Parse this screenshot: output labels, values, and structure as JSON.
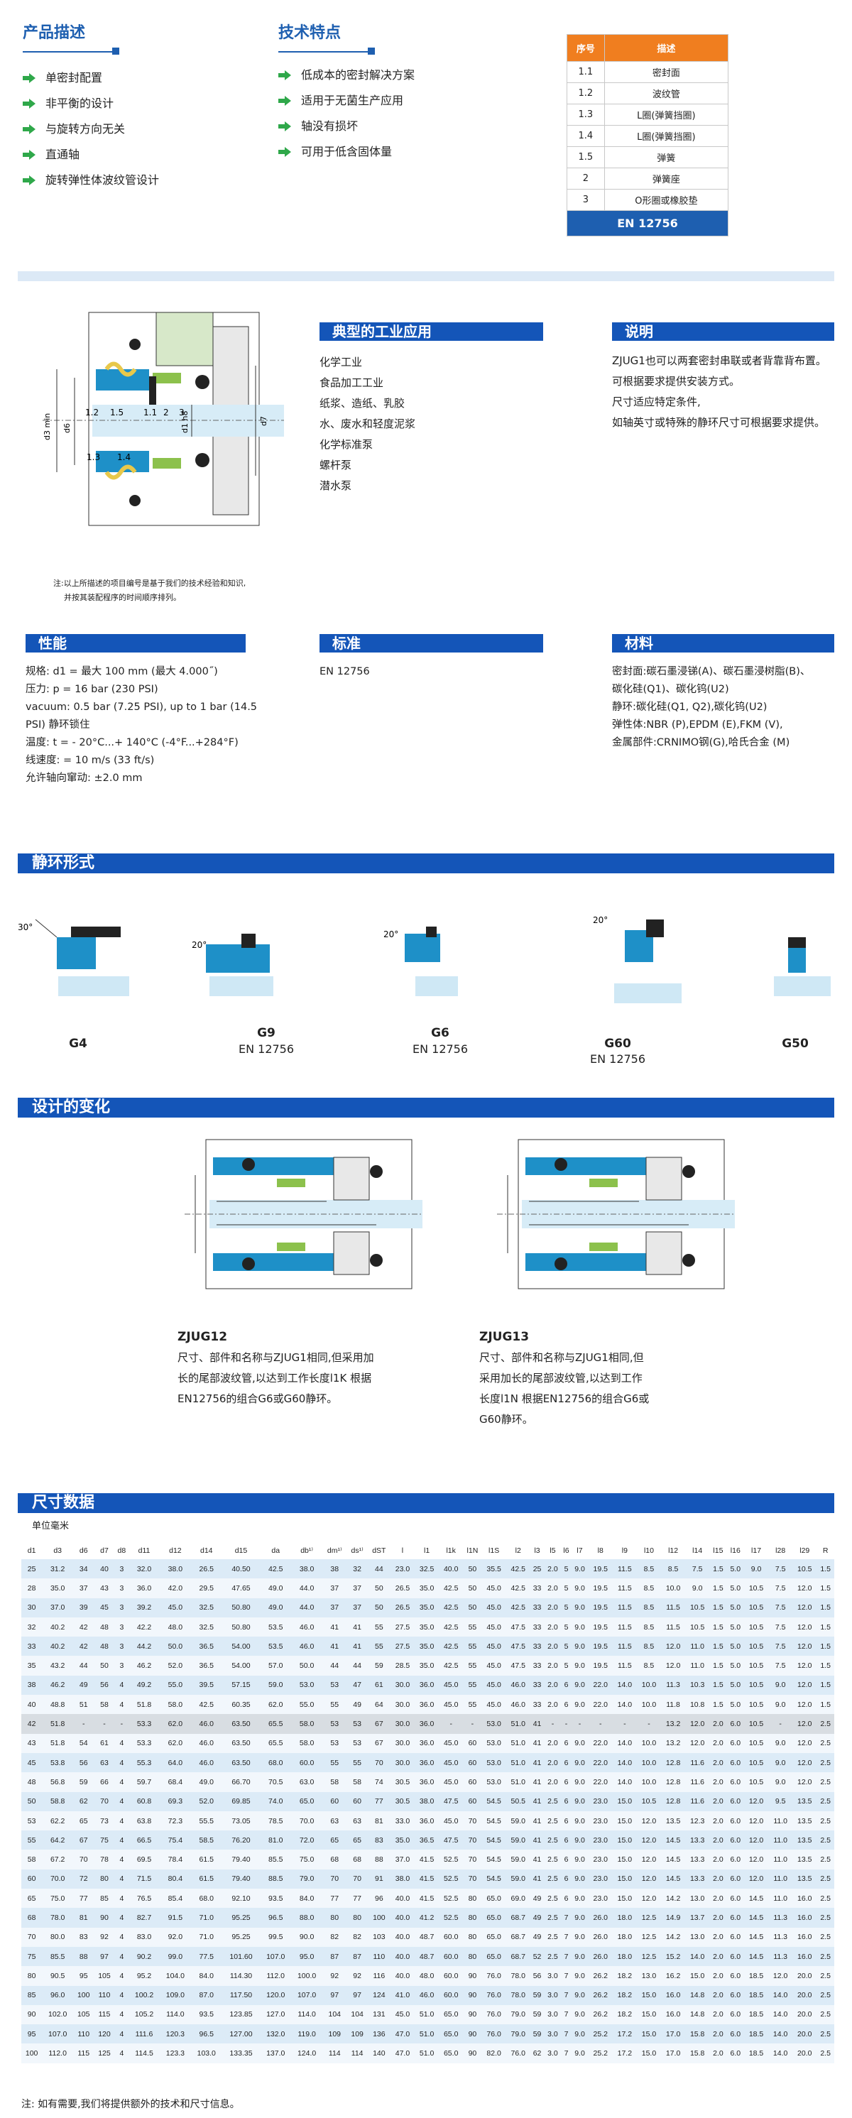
{
  "product_desc": {
    "title": "产品描述",
    "items": [
      "单密封配置",
      "非平衡的设计",
      "与旋转方向无关",
      "直通轴",
      "旋转弹性体波纹管设计"
    ]
  },
  "tech_features": {
    "title": "技术特点",
    "items": [
      "低成本的密封解决方案",
      "适用于无菌生产应用",
      "轴没有损坏",
      "可用于低含固体量"
    ]
  },
  "parts_table": {
    "headers": [
      "序号",
      "描述"
    ],
    "rows": [
      [
        "1.1",
        "密封面"
      ],
      [
        "1.2",
        "波纹管"
      ],
      [
        "1.3",
        "L圈(弹簧挡圈)"
      ],
      [
        "1.4",
        "L圈(弹簧挡圈)"
      ],
      [
        "1.5",
        "弹簧"
      ],
      [
        "2",
        "弹簧座"
      ],
      [
        "3",
        "O形圈或橡胶垫"
      ]
    ],
    "footer": "EN 12756"
  },
  "drawing": {
    "labels": [
      "1.2",
      "1.5",
      "1.1",
      "2",
      "3",
      "1.3",
      "1.4"
    ],
    "dims": [
      "d3 min",
      "d6",
      "d1 h8",
      "d7"
    ],
    "note_line1": "注:以上所描述的项目编号是基于我们的技术经验和知识,",
    "note_line2": "并按其装配程序的时间顺序排列。"
  },
  "applications": {
    "title": "典型的工业应用",
    "items": [
      "化学工业",
      "食品加工工业",
      "纸浆、造纸、乳胶",
      "水、废水和轻度泥浆",
      "化学标准泵",
      "螺杆泵",
      "潜水泵"
    ]
  },
  "explain": {
    "title": "说明",
    "lines": [
      "ZJUG1也可以两套密封串联或者背靠背布置。",
      "可根据要求提供安装方式。",
      "尺寸适应特定条件,",
      "如轴英寸或特殊的静环尺寸可根据要求提供。"
    ]
  },
  "performance": {
    "title": "性能",
    "lines": [
      "规格: d1 = 最大 100 mm (最大 4.000˝)",
      "压力: p = 16 bar (230 PSI)",
      "vacuum: 0.5 bar (7.25 PSI), up to 1 bar (14.5",
      "PSI) 静环锁住",
      "温度: t = - 20°C...+ 140°C (-4°F...+284°F)",
      "线速度: = 10 m/s (33 ft/s)",
      "允许轴向窜动: ±2.0 mm"
    ]
  },
  "standard": {
    "title": "标准",
    "value": "EN 12756"
  },
  "materials": {
    "title": "材料",
    "lines": [
      "密封面:碳石墨浸锑(A)、碳石墨浸树脂(B)、",
      "碳化硅(Q1)、碳化钨(U2)",
      "静环:碳化硅(Q1, Q2),碳化钨(U2)",
      "弹性体:NBR (P),EPDM (E),FKM (V),",
      "金属部件:CRNIMO钢(G),哈氏合金 (M)"
    ]
  },
  "seat_types": {
    "title": "静环形式",
    "items": [
      {
        "name": "G4",
        "sub": ""
      },
      {
        "name": "G9",
        "sub": "EN 12756"
      },
      {
        "name": "G6",
        "sub": "EN 12756"
      },
      {
        "name": "G60",
        "sub": "EN 12756"
      },
      {
        "name": "G50",
        "sub": ""
      }
    ],
    "angles": [
      "30°",
      "20°",
      "20°",
      "20°"
    ]
  },
  "variants": {
    "title": "设计的变化",
    "items": [
      {
        "name": "ZJUG12",
        "lines": [
          "尺寸、部件和名称与ZJUG1相同,但采用加",
          "长的尾部波纹管,以达到工作长度l1K 根据",
          "EN12756的组合G6或G60静环。"
        ]
      },
      {
        "name": "ZJUG13",
        "lines": [
          "尺寸、部件和名称与ZJUG1相同,但",
          "采用加长的尾部波纹管,以达到工作",
          "长度l1N 根据EN12756的组合G6或",
          "G60静环。"
        ]
      }
    ]
  },
  "dimensions": {
    "title": "尺寸数据",
    "unit": "单位毫米",
    "headers": [
      "d1",
      "d3",
      "d6",
      "d7",
      "d8",
      "d11",
      "d12",
      "d14",
      "d15",
      "da",
      "db¹⁾",
      "dm¹⁾",
      "ds¹⁾",
      "dST",
      "l",
      "l1",
      "l1k",
      "l1N",
      "l1S",
      "l2",
      "l3",
      "l5",
      "l6",
      "l7",
      "l8",
      "l9",
      "l10",
      "l12",
      "l14",
      "l15",
      "l16",
      "l17",
      "l28",
      "l29",
      "R"
    ],
    "rows": [
      [
        "25",
        "31.2",
        "34",
        "40",
        "3",
        "32.0",
        "38.0",
        "26.5",
        "40.50",
        "42.5",
        "38.0",
        "38",
        "32",
        "44",
        "23.0",
        "32.5",
        "40.0",
        "50",
        "35.5",
        "42.5",
        "25",
        "2.0",
        "5",
        "9.0",
        "19.5",
        "11.5",
        "8.5",
        "8.5",
        "7.5",
        "1.5",
        "5.0",
        "9.0",
        "7.5",
        "10.5",
        "1.5"
      ],
      [
        "28",
        "35.0",
        "37",
        "43",
        "3",
        "36.0",
        "42.0",
        "29.5",
        "47.65",
        "49.0",
        "44.0",
        "37",
        "37",
        "50",
        "26.5",
        "35.0",
        "42.5",
        "50",
        "45.0",
        "42.5",
        "33",
        "2.0",
        "5",
        "9.0",
        "19.5",
        "11.5",
        "8.5",
        "10.0",
        "9.0",
        "1.5",
        "5.0",
        "10.5",
        "7.5",
        "12.0",
        "1.5"
      ],
      [
        "30",
        "37.0",
        "39",
        "45",
        "3",
        "39.2",
        "45.0",
        "32.5",
        "50.80",
        "49.0",
        "44.0",
        "37",
        "37",
        "50",
        "26.5",
        "35.0",
        "42.5",
        "50",
        "45.0",
        "42.5",
        "33",
        "2.0",
        "5",
        "9.0",
        "19.5",
        "11.5",
        "8.5",
        "11.5",
        "10.5",
        "1.5",
        "5.0",
        "10.5",
        "7.5",
        "12.0",
        "1.5"
      ],
      [
        "32",
        "40.2",
        "42",
        "48",
        "3",
        "42.2",
        "48.0",
        "32.5",
        "50.80",
        "53.5",
        "46.0",
        "41",
        "41",
        "55",
        "27.5",
        "35.0",
        "42.5",
        "55",
        "45.0",
        "47.5",
        "33",
        "2.0",
        "5",
        "9.0",
        "19.5",
        "11.5",
        "8.5",
        "11.5",
        "10.5",
        "1.5",
        "5.0",
        "10.5",
        "7.5",
        "12.0",
        "1.5"
      ],
      [
        "33",
        "40.2",
        "42",
        "48",
        "3",
        "44.2",
        "50.0",
        "36.5",
        "54.00",
        "53.5",
        "46.0",
        "41",
        "41",
        "55",
        "27.5",
        "35.0",
        "42.5",
        "55",
        "45.0",
        "47.5",
        "33",
        "2.0",
        "5",
        "9.0",
        "19.5",
        "11.5",
        "8.5",
        "12.0",
        "11.0",
        "1.5",
        "5.0",
        "10.5",
        "7.5",
        "12.0",
        "1.5"
      ],
      [
        "35",
        "43.2",
        "44",
        "50",
        "3",
        "46.2",
        "52.0",
        "36.5",
        "54.00",
        "57.0",
        "50.0",
        "44",
        "44",
        "59",
        "28.5",
        "35.0",
        "42.5",
        "55",
        "45.0",
        "47.5",
        "33",
        "2.0",
        "5",
        "9.0",
        "19.5",
        "11.5",
        "8.5",
        "12.0",
        "11.0",
        "1.5",
        "5.0",
        "10.5",
        "7.5",
        "12.0",
        "1.5"
      ],
      [
        "38",
        "46.2",
        "49",
        "56",
        "4",
        "49.2",
        "55.0",
        "39.5",
        "57.15",
        "59.0",
        "53.0",
        "53",
        "47",
        "61",
        "30.0",
        "36.0",
        "45.0",
        "55",
        "45.0",
        "46.0",
        "33",
        "2.0",
        "6",
        "9.0",
        "22.0",
        "14.0",
        "10.0",
        "11.3",
        "10.3",
        "1.5",
        "5.0",
        "10.5",
        "9.0",
        "12.0",
        "1.5"
      ],
      [
        "40",
        "48.8",
        "51",
        "58",
        "4",
        "51.8",
        "58.0",
        "42.5",
        "60.35",
        "62.0",
        "55.0",
        "55",
        "49",
        "64",
        "30.0",
        "36.0",
        "45.0",
        "55",
        "45.0",
        "46.0",
        "33",
        "2.0",
        "6",
        "9.0",
        "22.0",
        "14.0",
        "10.0",
        "11.8",
        "10.8",
        "1.5",
        "5.0",
        "10.5",
        "9.0",
        "12.0",
        "1.5"
      ],
      [
        "42",
        "51.8",
        "-",
        "-",
        "-",
        "53.3",
        "62.0",
        "46.0",
        "63.50",
        "65.5",
        "58.0",
        "53",
        "53",
        "67",
        "30.0",
        "36.0",
        "-",
        "-",
        "53.0",
        "51.0",
        "41",
        "-",
        "-",
        "-",
        "-",
        "-",
        "-",
        "13.2",
        "12.0",
        "2.0",
        "6.0",
        "10.5",
        "-",
        "12.0",
        "2.5"
      ],
      [
        "43",
        "51.8",
        "54",
        "61",
        "4",
        "53.3",
        "62.0",
        "46.0",
        "63.50",
        "65.5",
        "58.0",
        "53",
        "53",
        "67",
        "30.0",
        "36.0",
        "45.0",
        "60",
        "53.0",
        "51.0",
        "41",
        "2.0",
        "6",
        "9.0",
        "22.0",
        "14.0",
        "10.0",
        "13.2",
        "12.0",
        "2.0",
        "6.0",
        "10.5",
        "9.0",
        "12.0",
        "2.5"
      ],
      [
        "45",
        "53.8",
        "56",
        "63",
        "4",
        "55.3",
        "64.0",
        "46.0",
        "63.50",
        "68.0",
        "60.0",
        "55",
        "55",
        "70",
        "30.0",
        "36.0",
        "45.0",
        "60",
        "53.0",
        "51.0",
        "41",
        "2.0",
        "6",
        "9.0",
        "22.0",
        "14.0",
        "10.0",
        "12.8",
        "11.6",
        "2.0",
        "6.0",
        "10.5",
        "9.0",
        "12.0",
        "2.5"
      ],
      [
        "48",
        "56.8",
        "59",
        "66",
        "4",
        "59.7",
        "68.4",
        "49.0",
        "66.70",
        "70.5",
        "63.0",
        "58",
        "58",
        "74",
        "30.5",
        "36.0",
        "45.0",
        "60",
        "53.0",
        "51.0",
        "41",
        "2.0",
        "6",
        "9.0",
        "22.0",
        "14.0",
        "10.0",
        "12.8",
        "11.6",
        "2.0",
        "6.0",
        "10.5",
        "9.0",
        "12.0",
        "2.5"
      ],
      [
        "50",
        "58.8",
        "62",
        "70",
        "4",
        "60.8",
        "69.3",
        "52.0",
        "69.85",
        "74.0",
        "65.0",
        "60",
        "60",
        "77",
        "30.5",
        "38.0",
        "47.5",
        "60",
        "54.5",
        "50.5",
        "41",
        "2.5",
        "6",
        "9.0",
        "23.0",
        "15.0",
        "10.5",
        "12.8",
        "11.6",
        "2.0",
        "6.0",
        "12.0",
        "9.5",
        "13.5",
        "2.5"
      ],
      [
        "53",
        "62.2",
        "65",
        "73",
        "4",
        "63.8",
        "72.3",
        "55.5",
        "73.05",
        "78.5",
        "70.0",
        "63",
        "63",
        "81",
        "33.0",
        "36.0",
        "45.0",
        "70",
        "54.5",
        "59.0",
        "41",
        "2.5",
        "6",
        "9.0",
        "23.0",
        "15.0",
        "12.0",
        "13.5",
        "12.3",
        "2.0",
        "6.0",
        "12.0",
        "11.0",
        "13.5",
        "2.5"
      ],
      [
        "55",
        "64.2",
        "67",
        "75",
        "4",
        "66.5",
        "75.4",
        "58.5",
        "76.20",
        "81.0",
        "72.0",
        "65",
        "65",
        "83",
        "35.0",
        "36.5",
        "47.5",
        "70",
        "54.5",
        "59.0",
        "41",
        "2.5",
        "6",
        "9.0",
        "23.0",
        "15.0",
        "12.0",
        "14.5",
        "13.3",
        "2.0",
        "6.0",
        "12.0",
        "11.0",
        "13.5",
        "2.5"
      ],
      [
        "58",
        "67.2",
        "70",
        "78",
        "4",
        "69.5",
        "78.4",
        "61.5",
        "79.40",
        "85.5",
        "75.0",
        "68",
        "68",
        "88",
        "37.0",
        "41.5",
        "52.5",
        "70",
        "54.5",
        "59.0",
        "41",
        "2.5",
        "6",
        "9.0",
        "23.0",
        "15.0",
        "12.0",
        "14.5",
        "13.3",
        "2.0",
        "6.0",
        "12.0",
        "11.0",
        "13.5",
        "2.5"
      ],
      [
        "60",
        "70.0",
        "72",
        "80",
        "4",
        "71.5",
        "80.4",
        "61.5",
        "79.40",
        "88.5",
        "79.0",
        "70",
        "70",
        "91",
        "38.0",
        "41.5",
        "52.5",
        "70",
        "54.5",
        "59.0",
        "41",
        "2.5",
        "6",
        "9.0",
        "23.0",
        "15.0",
        "12.0",
        "14.5",
        "13.3",
        "2.0",
        "6.0",
        "12.0",
        "11.0",
        "13.5",
        "2.5"
      ],
      [
        "65",
        "75.0",
        "77",
        "85",
        "4",
        "76.5",
        "85.4",
        "68.0",
        "92.10",
        "93.5",
        "84.0",
        "77",
        "77",
        "96",
        "40.0",
        "41.5",
        "52.5",
        "80",
        "65.0",
        "69.0",
        "49",
        "2.5",
        "6",
        "9.0",
        "23.0",
        "15.0",
        "12.0",
        "14.2",
        "13.0",
        "2.0",
        "6.0",
        "14.5",
        "11.0",
        "16.0",
        "2.5"
      ],
      [
        "68",
        "78.0",
        "81",
        "90",
        "4",
        "82.7",
        "91.5",
        "71.0",
        "95.25",
        "96.5",
        "88.0",
        "80",
        "80",
        "100",
        "40.0",
        "41.2",
        "52.5",
        "80",
        "65.0",
        "68.7",
        "49",
        "2.5",
        "7",
        "9.0",
        "26.0",
        "18.0",
        "12.5",
        "14.9",
        "13.7",
        "2.0",
        "6.0",
        "14.5",
        "11.3",
        "16.0",
        "2.5"
      ],
      [
        "70",
        "80.0",
        "83",
        "92",
        "4",
        "83.0",
        "92.0",
        "71.0",
        "95.25",
        "99.5",
        "90.0",
        "82",
        "82",
        "103",
        "40.0",
        "48.7",
        "60.0",
        "80",
        "65.0",
        "68.7",
        "49",
        "2.5",
        "7",
        "9.0",
        "26.0",
        "18.0",
        "12.5",
        "14.2",
        "13.0",
        "2.0",
        "6.0",
        "14.5",
        "11.3",
        "16.0",
        "2.5"
      ],
      [
        "75",
        "85.5",
        "88",
        "97",
        "4",
        "90.2",
        "99.0",
        "77.5",
        "101.60",
        "107.0",
        "95.0",
        "87",
        "87",
        "110",
        "40.0",
        "48.7",
        "60.0",
        "80",
        "65.0",
        "68.7",
        "52",
        "2.5",
        "7",
        "9.0",
        "26.0",
        "18.0",
        "12.5",
        "15.2",
        "14.0",
        "2.0",
        "6.0",
        "14.5",
        "11.3",
        "16.0",
        "2.5"
      ],
      [
        "80",
        "90.5",
        "95",
        "105",
        "4",
        "95.2",
        "104.0",
        "84.0",
        "114.30",
        "112.0",
        "100.0",
        "92",
        "92",
        "116",
        "40.0",
        "48.0",
        "60.0",
        "90",
        "76.0",
        "78.0",
        "56",
        "3.0",
        "7",
        "9.0",
        "26.2",
        "18.2",
        "13.0",
        "16.2",
        "15.0",
        "2.0",
        "6.0",
        "18.5",
        "12.0",
        "20.0",
        "2.5"
      ],
      [
        "85",
        "96.0",
        "100",
        "110",
        "4",
        "100.2",
        "109.0",
        "87.0",
        "117.50",
        "120.0",
        "107.0",
        "97",
        "97",
        "124",
        "41.0",
        "46.0",
        "60.0",
        "90",
        "76.0",
        "78.0",
        "59",
        "3.0",
        "7",
        "9.0",
        "26.2",
        "18.2",
        "15.0",
        "16.0",
        "14.8",
        "2.0",
        "6.0",
        "18.5",
        "14.0",
        "20.0",
        "2.5"
      ],
      [
        "90",
        "102.0",
        "105",
        "115",
        "4",
        "105.2",
        "114.0",
        "93.5",
        "123.85",
        "127.0",
        "114.0",
        "104",
        "104",
        "131",
        "45.0",
        "51.0",
        "65.0",
        "90",
        "76.0",
        "79.0",
        "59",
        "3.0",
        "7",
        "9.0",
        "26.2",
        "18.2",
        "15.0",
        "16.0",
        "14.8",
        "2.0",
        "6.0",
        "18.5",
        "14.0",
        "20.0",
        "2.5"
      ],
      [
        "95",
        "107.0",
        "110",
        "120",
        "4",
        "111.6",
        "120.3",
        "96.5",
        "127.00",
        "132.0",
        "119.0",
        "109",
        "109",
        "136",
        "47.0",
        "51.0",
        "65.0",
        "90",
        "76.0",
        "79.0",
        "59",
        "3.0",
        "7",
        "9.0",
        "25.2",
        "17.2",
        "15.0",
        "17.0",
        "15.8",
        "2.0",
        "6.0",
        "18.5",
        "14.0",
        "20.0",
        "2.5"
      ],
      [
        "100",
        "112.0",
        "115",
        "125",
        "4",
        "114.5",
        "123.3",
        "103.0",
        "133.35",
        "137.0",
        "124.0",
        "114",
        "114",
        "140",
        "47.0",
        "51.0",
        "65.0",
        "90",
        "82.0",
        "76.0",
        "62",
        "3.0",
        "7",
        "9.0",
        "25.2",
        "17.2",
        "15.0",
        "17.0",
        "15.8",
        "2.0",
        "6.0",
        "18.5",
        "14.0",
        "20.0",
        "2.5"
      ]
    ],
    "note": "注: 如有需要,我们将提供额外的技术和尺寸信息。"
  },
  "colors": {
    "blue": "#1455b8",
    "orange": "#f07e1f",
    "green": "#2fa84a",
    "band": "#dce9f6"
  }
}
